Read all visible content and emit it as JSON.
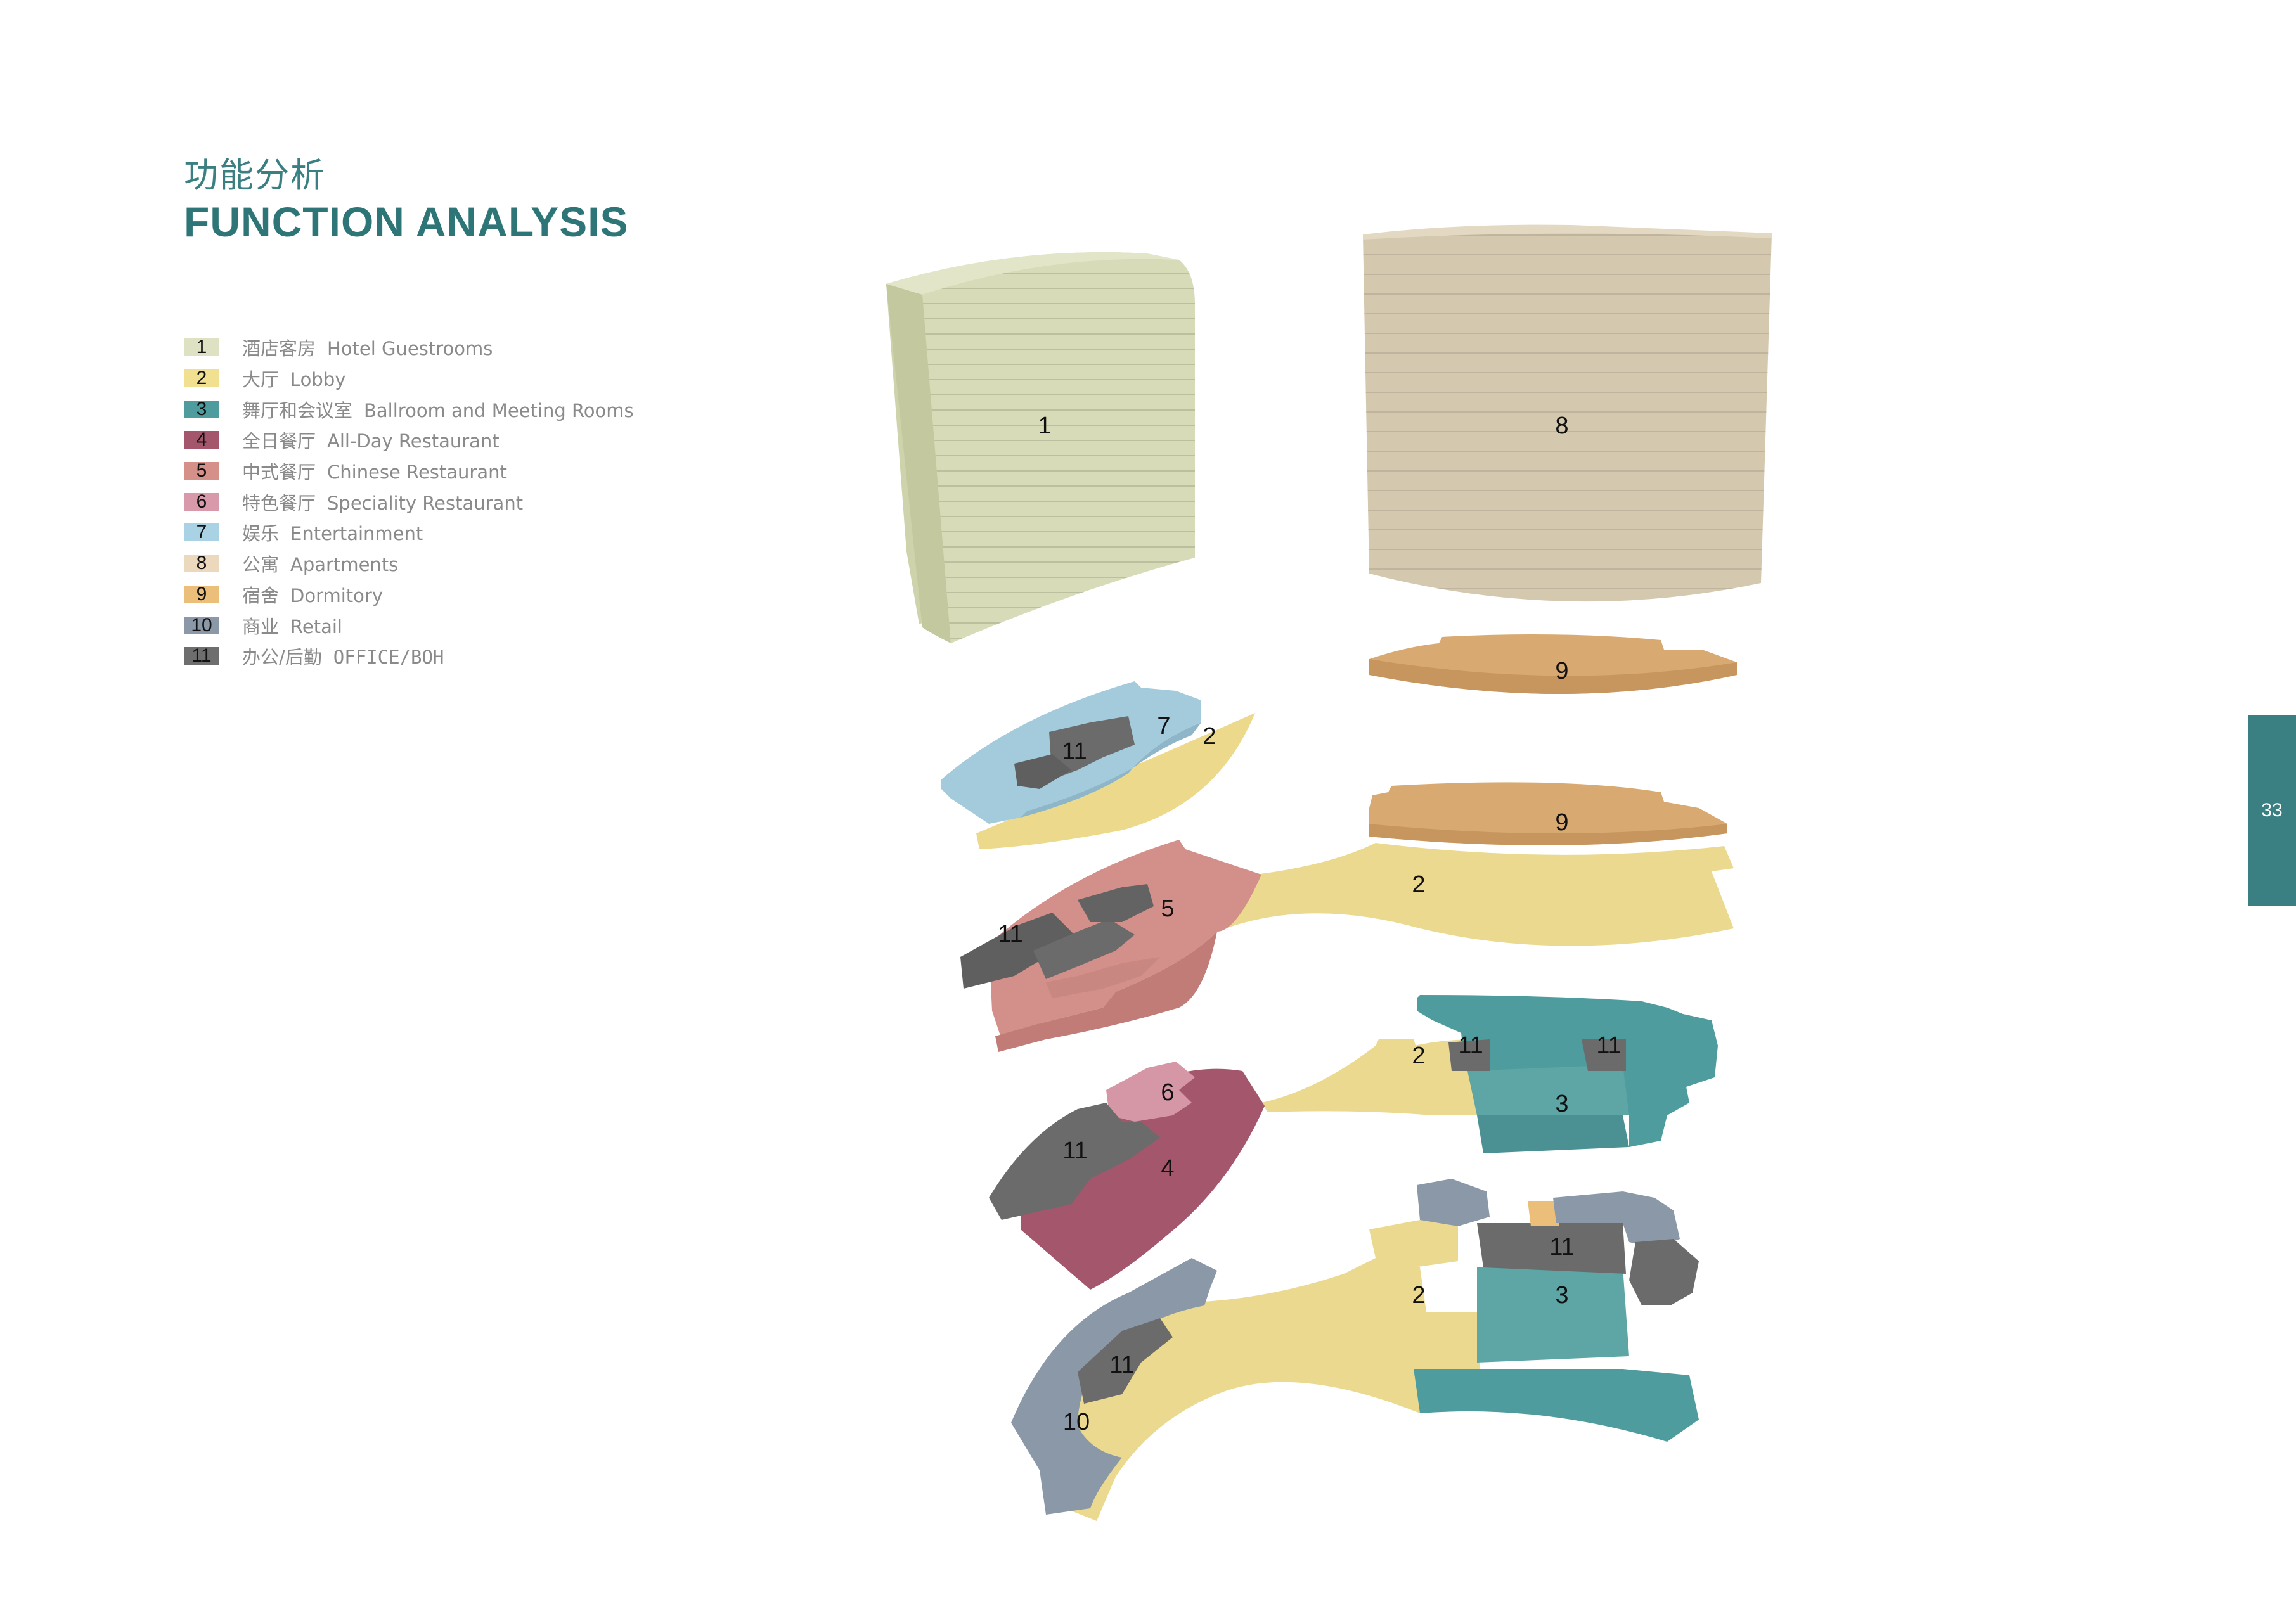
{
  "header": {
    "title_cn": "功能分析",
    "title_en": "FUNCTION ANALYSIS"
  },
  "legend": [
    {
      "num": "1",
      "cn": "酒店客房",
      "en": "Hotel Guestrooms",
      "color": "#dfe2c2"
    },
    {
      "num": "2",
      "cn": "大厅",
      "en": "Lobby",
      "color": "#f1e08f"
    },
    {
      "num": "3",
      "cn": "舞厅和会议室",
      "en": "Ballroom and Meeting Rooms",
      "color": "#4f9c9e"
    },
    {
      "num": "4",
      "cn": "全日餐厅",
      "en": "All-Day Restaurant",
      "color": "#a4566d"
    },
    {
      "num": "5",
      "cn": "中式餐厅",
      "en": "Chinese Restaurant",
      "color": "#d6908a"
    },
    {
      "num": "6",
      "cn": "特色餐厅",
      "en": "Speciality Restaurant",
      "color": "#d89aaa"
    },
    {
      "num": "7",
      "cn": "娱乐",
      "en": "Entertainment",
      "color": "#a9d2e4"
    },
    {
      "num": "8",
      "cn": "公寓",
      "en": "Apartments",
      "color": "#ecd9bd"
    },
    {
      "num": "9",
      "cn": "宿舍",
      "en": "Dormitory",
      "color": "#ebbf7a"
    },
    {
      "num": "10",
      "cn": "商业",
      "en": "Retail",
      "color": "#8a98a8"
    },
    {
      "num": "11",
      "cn": "办公/后勤",
      "en": "OFFICE/BOH",
      "color": "#6e6e6e"
    }
  ],
  "diagram_labels": {
    "tower_guestrooms": "1",
    "tower_apartments": "8",
    "dorm_upper": "9",
    "dorm_lower": "9",
    "ent_office": "11",
    "ent_entertainment": "7",
    "ent_lobby": "2",
    "chinese_office": "11",
    "chinese_restaurant": "5",
    "lobby_l3": "2",
    "spec_restaurant": "6",
    "allday_office": "11",
    "allday_restaurant": "4",
    "ballroom_lobby": "2",
    "ballroom_office_left": "11",
    "ballroom_office_right": "11",
    "ballroom": "3",
    "ground_office_right": "11",
    "ground_lobby": "2",
    "ground_ballroom": "3",
    "ground_office_left": "11",
    "retail": "10"
  },
  "page": {
    "number": "33",
    "tab_color": "#3a7f82"
  }
}
